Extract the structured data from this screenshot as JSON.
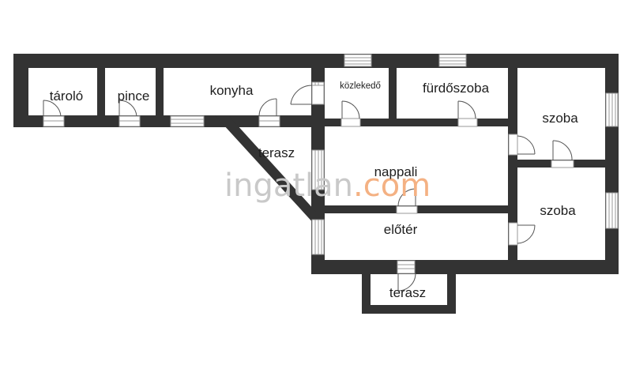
{
  "floorplan": {
    "rooms": {
      "taroló": "tároló",
      "pince": "pince",
      "konyha": "konyha",
      "kozlekedo": "közlekedő",
      "furdoszoba": "fürdőszoba",
      "szoba_1": "szoba",
      "terasz_1": "terasz",
      "nappali": "nappali",
      "szoba_2": "szoba",
      "eloter": "előtér",
      "terasz_2": "terasz"
    },
    "watermark": {
      "part1": "ingatlan",
      "part2": ".com"
    },
    "colors": {
      "wall": "#333333",
      "door": "#555555",
      "window_fill": "#ffffff",
      "window_line": "#9a9a9a",
      "watermark_grey": "#c9c9c9",
      "watermark_orange": "#f4b183"
    }
  }
}
